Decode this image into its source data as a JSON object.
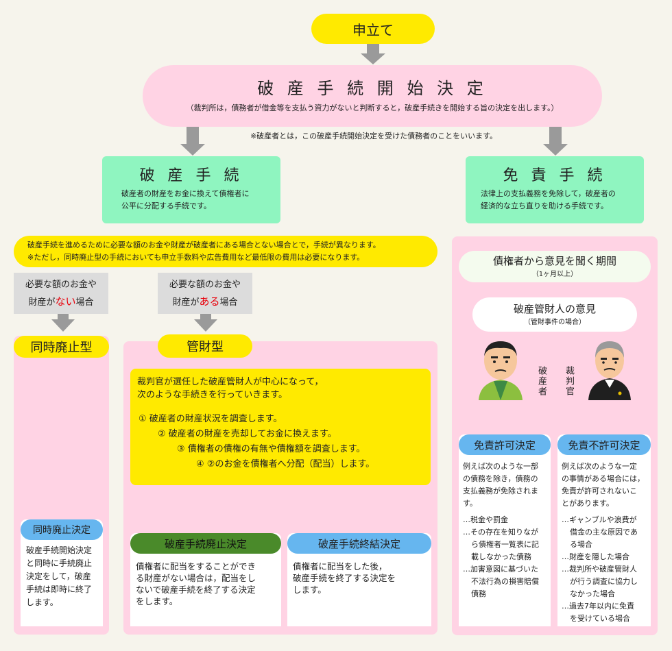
{
  "start": {
    "label": "申立て"
  },
  "main_decision": {
    "title": "破 産 手 続 開 始 決 定",
    "desc": "（裁判所は，債務者が借金等を支払う資力がないと判断すると，破産手続きを開始する旨の決定を出します。）",
    "note": "※破産者とは，この破産手続開始決定を受けた債務者のことをいいます。"
  },
  "bankruptcy_proc": {
    "title": "破 産 手 続",
    "desc": [
      "破産者の財産をお金に換えて債権者に",
      "公平に分配する手続です。"
    ]
  },
  "discharge_proc": {
    "title": "免 責 手 続",
    "desc": [
      "法律上の支払義務を免除して，破産者の",
      "経済的な立ち直りを助ける手続です。"
    ]
  },
  "note_banner": {
    "line1": "破産手続を進めるために必要な額のお金や財産が破産者にある場合とない場合とで，手続が異なります。",
    "line2": "※ただし，同時廃止型の手続においても申立手数料や広告費用など最低限の費用は必要になります。"
  },
  "case_none": {
    "line1": "必要な額のお金や",
    "pre": "財産が",
    "hl": "ない",
    "post": "場合"
  },
  "case_has": {
    "line1": "必要な額のお金や",
    "pre": "財産が",
    "hl": "ある",
    "post": "場合"
  },
  "simul": {
    "title": "同時廃止型",
    "decision": "同時廃止決定",
    "desc": [
      "破産手続開始決定",
      "と同時に手続廃止",
      "決定をして，破産",
      "手続は即時に終了",
      "します。"
    ]
  },
  "kanzai": {
    "title": "管財型",
    "intro": [
      "裁判官が選任した破産管財人が中心になって，",
      "次のような手続きを行っていきます。"
    ],
    "steps": [
      "① 破産者の財産状況を調査します。",
      "② 破産者の財産を売却してお金に換えます。",
      "③ 債権者の債権の有無や債権額を調査します。",
      "④ ②のお金を債権者へ分配（配当）します。"
    ]
  },
  "abolish": {
    "title": "破産手続廃止決定",
    "desc": [
      "債権者に配当をすることができ",
      "る財産がない場合は，配当をし",
      "ないで破産手続を終了する決定",
      "をします。"
    ]
  },
  "terminate": {
    "title": "破産手続終結決定",
    "desc": [
      "債権者に配当をした後，",
      "破産手続を終了する決定を",
      "します。"
    ]
  },
  "creditor_period": {
    "title": "債権者から意見を聞く期間",
    "sub": "（1ヶ月以上）"
  },
  "trustee_opinion": {
    "title": "破産管財人の意見",
    "sub": "（管財事件の場合）"
  },
  "people": {
    "bankrupt": "破産者",
    "judge": "裁判官"
  },
  "permit": {
    "title": "免責許可決定",
    "intro": [
      "例えば次のような一部",
      "の債務を除き，債務の",
      "支払義務が免除されま",
      "す。"
    ],
    "items": [
      [
        "…税金や罰金"
      ],
      [
        "…その存在を知りなが",
        "ら債権者一覧表に記",
        "載しなかった債務"
      ],
      [
        "…加害意図に基づいた",
        "不法行為の損害賠償",
        "債務"
      ]
    ]
  },
  "deny": {
    "title": "免責不許可決定",
    "intro": [
      "例えば次のような一定",
      "の事情がある場合には，",
      "免責が許可されないこ",
      "とがあります。"
    ],
    "items": [
      [
        "…ギャンブルや浪費が",
        "借金の主な原因であ",
        "る場合"
      ],
      [
        "…財産を隠した場合"
      ],
      [
        "…裁判所や破産管財人",
        "が行う調査に協力し",
        "なかった場合"
      ],
      [
        "…過去7年以内に免責",
        "を受けている場合"
      ]
    ]
  },
  "colors": {
    "yellow": "#ffea00",
    "pink": "#ffd3e4",
    "green": "#8ff5c0",
    "arrow_gray": "#9a9a9a",
    "arrow_navy": "#2e5f8c",
    "arrow_green": "#7cc94f",
    "blue": "#66b6ef",
    "dark_green": "#4a8a2a",
    "red": "#e8000b"
  }
}
